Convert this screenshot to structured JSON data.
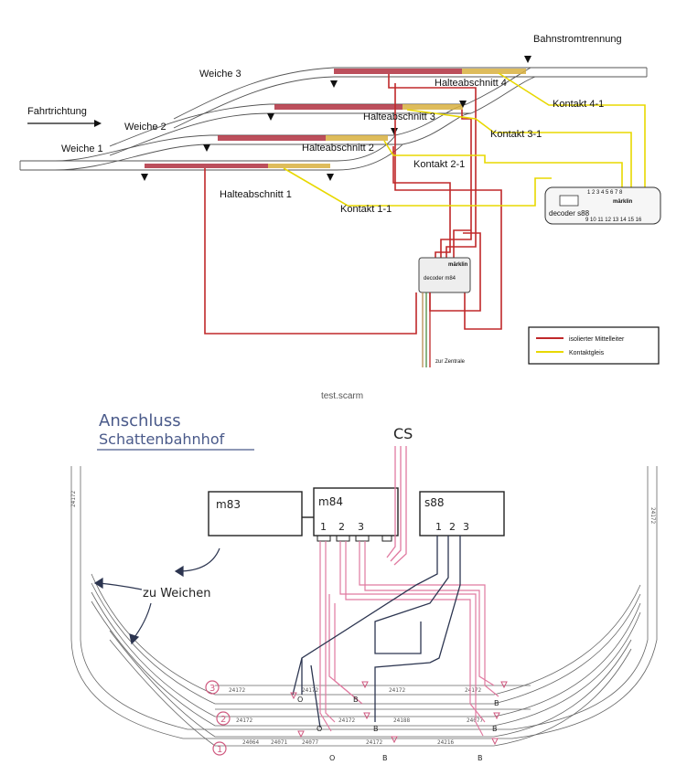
{
  "top_diagram": {
    "direction_label": "Fahrtrichtung",
    "switches": [
      "Weiche 1",
      "Weiche 2",
      "Weiche 3"
    ],
    "stop_sections": [
      "Halteabschnitt 1",
      "Halteabschnitt 2",
      "Halteabschnitt 3",
      "Halteabschnitt 4"
    ],
    "contacts": [
      "Kontakt 1-1",
      "Kontakt 2-1",
      "Kontakt 3-1",
      "Kontakt 4-1"
    ],
    "power_break_label": "Bahnstromtrennung",
    "decoder_s88_brand": "märklin",
    "decoder_s88_label": "decoder s88",
    "decoder_s88_top_numbers": "1 2 3 4 5 6 7 8",
    "decoder_s88_bottom_numbers": "9 10 11 12 13 14 15 16",
    "decoder_m84_brand": "märklin",
    "decoder_m84_label": "decoder m84",
    "to_central_label": "zur Zentrale",
    "legend": [
      {
        "label": "isolierter Mittelleiter",
        "color": "#c0282a"
      },
      {
        "label": "Kontaktgleis",
        "color": "#e8d800"
      }
    ]
  },
  "caption": "test.scarm",
  "bottom_diagram": {
    "title_line1": "Anschluss",
    "title_line2": "Schattenbahnhof",
    "cs_label": "CS",
    "box_m83": "m83",
    "box_m84": "m84",
    "box_s88": "s88",
    "m84_ports": [
      "1",
      "2",
      "3"
    ],
    "s88_ports": [
      "1",
      "2",
      "3"
    ],
    "switches_note": "zu Weichen",
    "track_numbers": [
      "3",
      "2",
      "1"
    ],
    "track_codes_top": [
      "24172",
      "24172",
      "24172",
      "24172"
    ],
    "track_codes_mid": [
      "24172",
      "24172",
      "24188",
      "24077"
    ],
    "track_codes_bottom": [
      "24064",
      "24071",
      "24077",
      "24172",
      "24216"
    ],
    "side_code": "24172",
    "wire_ends": [
      "O",
      "B"
    ]
  },
  "colors": {
    "red_wire": "#c0282a",
    "yellow_wire": "#e8d800",
    "pink_wire": "#e07aa0",
    "dark_wire": "#2c3550",
    "track": "#555555"
  }
}
